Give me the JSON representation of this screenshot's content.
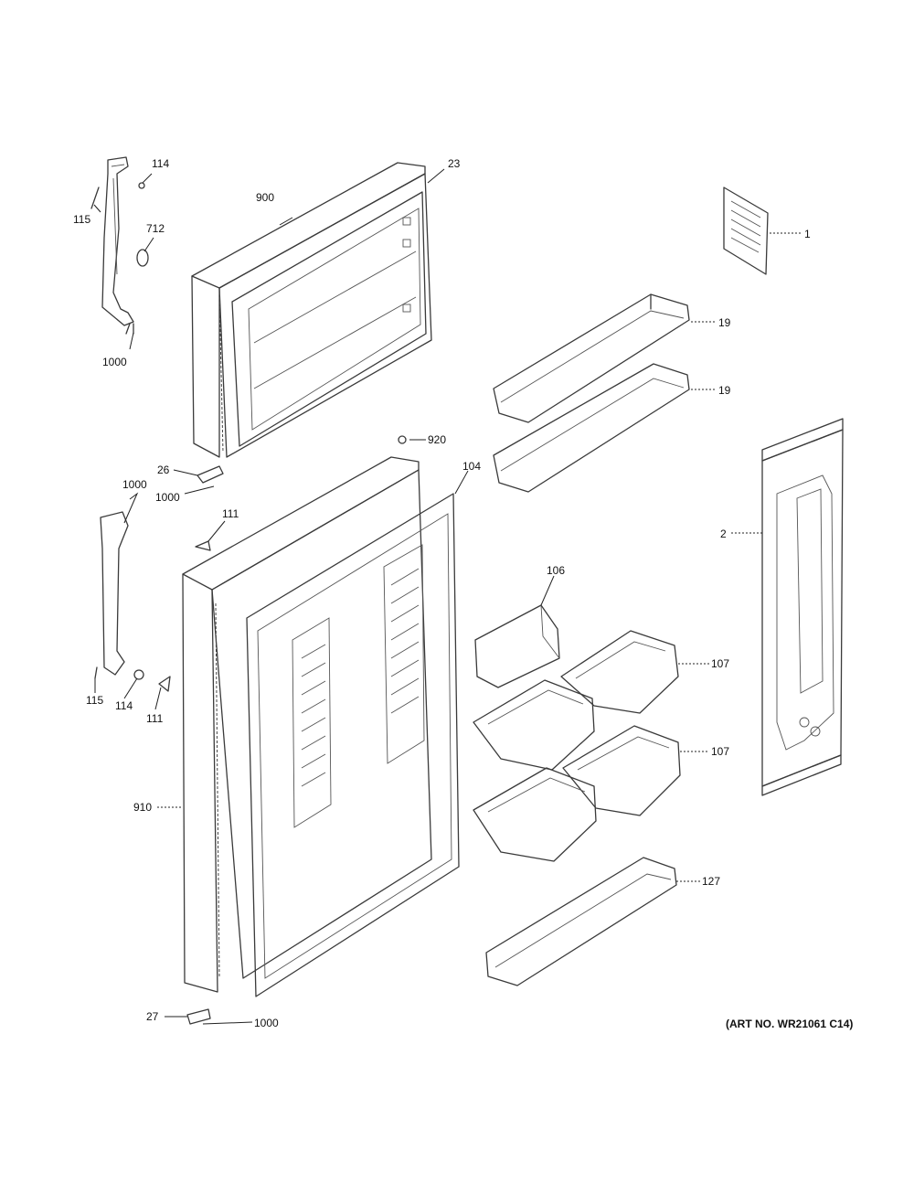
{
  "labels": {
    "l114a": "114",
    "l115a": "115",
    "l712": "712",
    "l1000a": "1000",
    "l900": "900",
    "l23": "23",
    "l1": "1",
    "l19a": "19",
    "l19b": "19",
    "l920": "920",
    "l26": "26",
    "l1000b": "1000",
    "l1000c": "1000",
    "l104": "104",
    "l111a": "111",
    "l2": "2",
    "l106": "106",
    "l107a": "107",
    "l107b": "107",
    "l115b": "115",
    "l114b": "114",
    "l111b": "111",
    "l910": "910",
    "l127": "127",
    "l27": "27",
    "l1000d": "1000"
  },
  "art_number": "(ART NO. WR21061 C14)"
}
